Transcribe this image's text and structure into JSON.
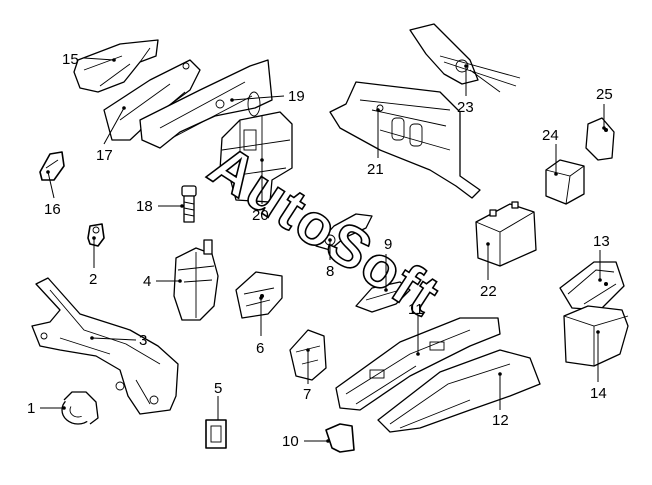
{
  "watermark": {
    "text": "AutoSoft"
  },
  "callouts": [
    {
      "id": "1",
      "label": "1"
    },
    {
      "id": "2",
      "label": "2"
    },
    {
      "id": "3",
      "label": "3"
    },
    {
      "id": "4",
      "label": "4"
    },
    {
      "id": "5",
      "label": "5"
    },
    {
      "id": "6",
      "label": "6"
    },
    {
      "id": "7",
      "label": "7"
    },
    {
      "id": "8",
      "label": "8"
    },
    {
      "id": "9",
      "label": "9"
    },
    {
      "id": "10",
      "label": "10"
    },
    {
      "id": "11",
      "label": "11"
    },
    {
      "id": "12",
      "label": "12"
    },
    {
      "id": "13",
      "label": "13"
    },
    {
      "id": "14",
      "label": "14"
    },
    {
      "id": "15",
      "label": "15"
    },
    {
      "id": "16",
      "label": "16"
    },
    {
      "id": "17",
      "label": "17"
    },
    {
      "id": "18",
      "label": "18"
    },
    {
      "id": "19",
      "label": "19"
    },
    {
      "id": "20",
      "label": "20"
    },
    {
      "id": "21",
      "label": "21"
    },
    {
      "id": "22",
      "label": "22"
    },
    {
      "id": "23",
      "label": "23"
    },
    {
      "id": "24",
      "label": "24"
    },
    {
      "id": "25",
      "label": "25"
    }
  ]
}
